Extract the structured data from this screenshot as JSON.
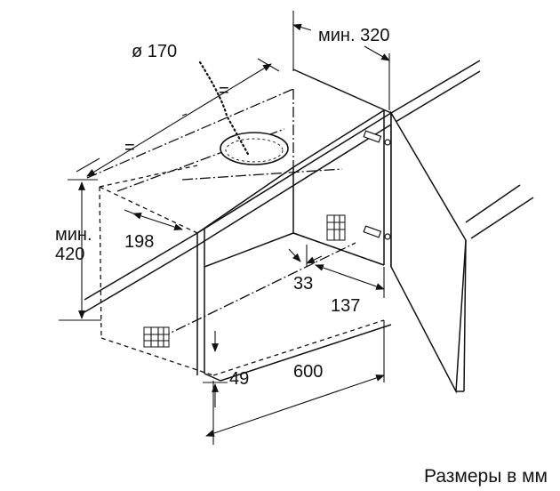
{
  "diagram": {
    "dimensions": {
      "duct_diameter": "ø 170",
      "min_depth": "мин. 320",
      "equal_left": "=",
      "equal_right": "=",
      "min_label": "мин.",
      "min_height_value": "420",
      "depth_198": "198",
      "offset_33": "33",
      "offset_137": "137",
      "width_600": "600",
      "offset_49": "49"
    },
    "caption": "Размеры в мм"
  }
}
